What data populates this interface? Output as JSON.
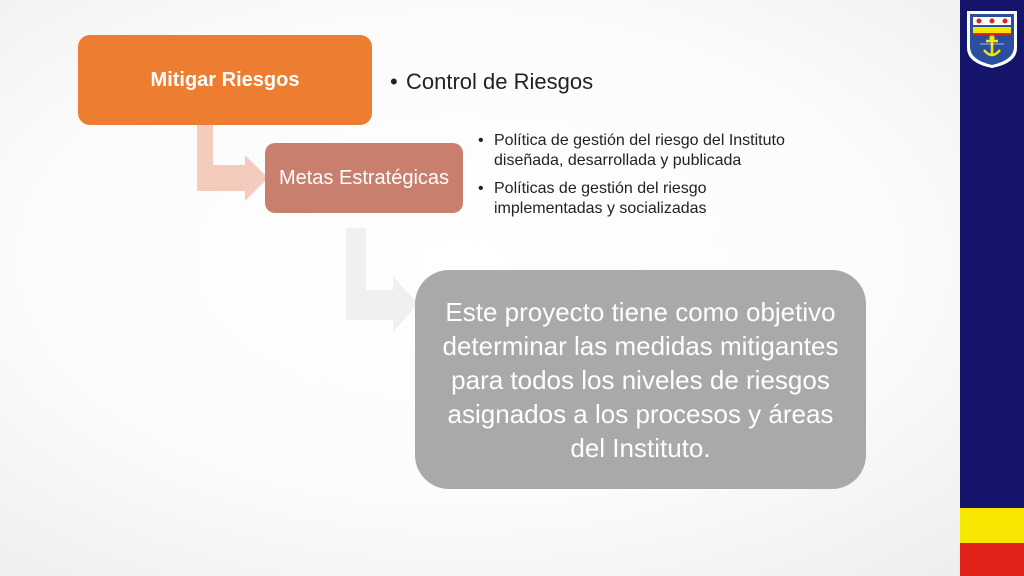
{
  "diagram": {
    "level1": {
      "label": "Mitigar Riesgos",
      "bullets": [
        "Control de Riesgos"
      ]
    },
    "level2": {
      "label": "Metas Estratégicas",
      "bullets": [
        "Política de gestión del riesgo del Instituto diseñada, desarrollada y publicada",
        "Políticas de gestión del riesgo implementadas y socializadas"
      ]
    },
    "level3": {
      "text": "Este proyecto tiene como objetivo determinar las medidas mitigantes para todos los niveles de riesgos asignados a los procesos y áreas del Instituto."
    }
  },
  "colors": {
    "level1": "#ed7d31",
    "level2": "#c87f6e",
    "level3": "#a9a9a9",
    "connector1": "#f4cbbd",
    "connector2": "#f0f0f0",
    "sidebar": "#14146a",
    "stripe_yellow": "#f7e600",
    "stripe_red": "#e2231a"
  },
  "icons": {
    "emblem": "naval-anchor-emblem"
  }
}
